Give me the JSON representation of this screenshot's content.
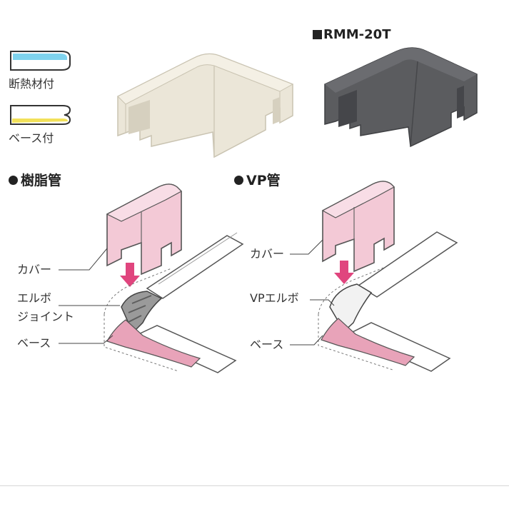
{
  "legend": {
    "insulation_label": "断熱材付",
    "base_label": "ベース付"
  },
  "product": {
    "model": "RMM-20T",
    "colors": {
      "ivory": "#ebe6d8",
      "ivory_shade": "#d6d0bf",
      "dark": "#5b5c5f",
      "dark_shade": "#45464a"
    }
  },
  "sections": [
    {
      "heading": "樹脂管",
      "labels": {
        "cover": "カバー",
        "elbow_line1": "エルボ",
        "elbow_line2": "ジョイント",
        "base": "ベース"
      }
    },
    {
      "heading": "VP管",
      "labels": {
        "cover": "カバー",
        "elbow": "VPエルボ",
        "base": "ベース"
      }
    }
  ],
  "colors": {
    "cover_pink": "#f3c9d6",
    "arrow_pink": "#e0457e",
    "legend_cyan": "#7fd3ee",
    "legend_yellow": "#f2e15a"
  }
}
